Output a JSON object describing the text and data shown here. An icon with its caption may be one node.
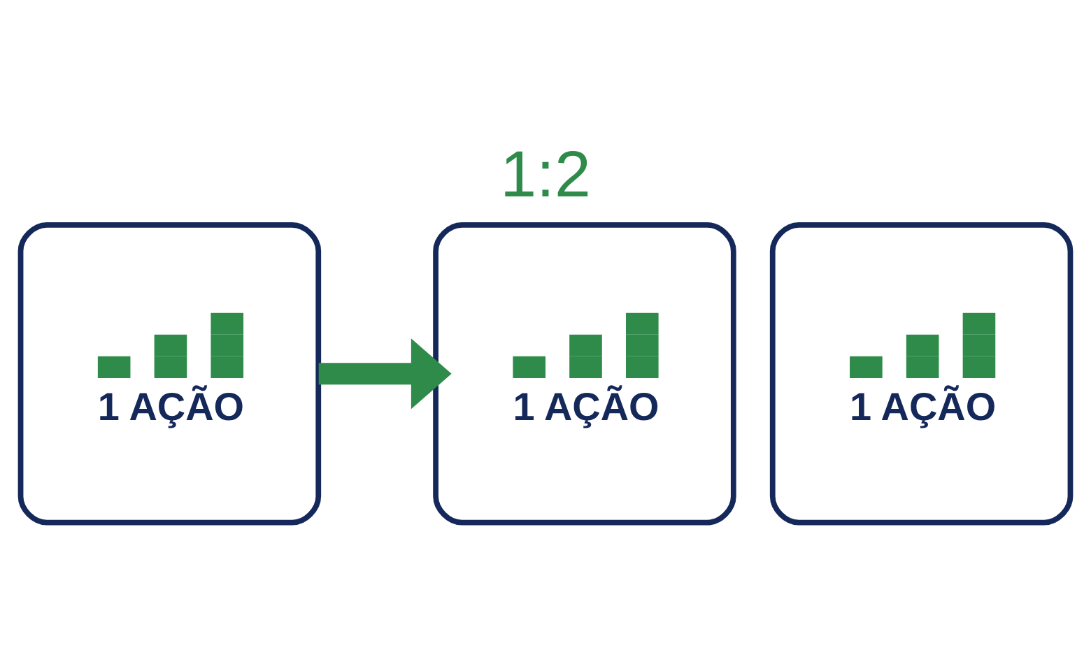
{
  "diagram": {
    "title": "1:2",
    "nodes": [
      {
        "text": [
          "1 AÇÃO"
        ]
      },
      {
        "text": [
          "1 AÇÃO"
        ]
      },
      {
        "text": [
          "1 AÇÃO"
        ]
      }
    ],
    "edges": [
      {
        "from": 0,
        "to": 1,
        "arrow": "to",
        "color": "#2e8b4a"
      }
    ]
  }
}
